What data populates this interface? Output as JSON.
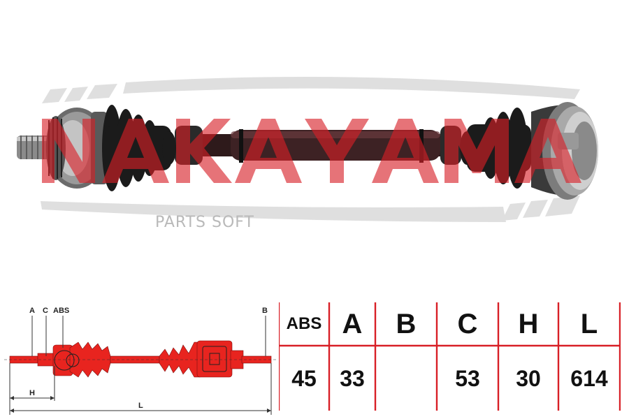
{
  "watermark": {
    "brand": "NAKAYAMA",
    "text": "PARTS SOFT"
  },
  "diagram": {
    "labels": {
      "a": "A",
      "c": "C",
      "abs": "ABS",
      "b": "B",
      "h": "H",
      "l": "L"
    }
  },
  "spec_table": {
    "headers": [
      "ABS",
      "A",
      "B",
      "C",
      "H",
      "L"
    ],
    "values": [
      "45",
      "33",
      "",
      "53",
      "30",
      "614"
    ]
  },
  "colors": {
    "accent_red": "#d81f26",
    "shaft_dark": "#3a1a1c",
    "boot": "#1b1b1b"
  }
}
